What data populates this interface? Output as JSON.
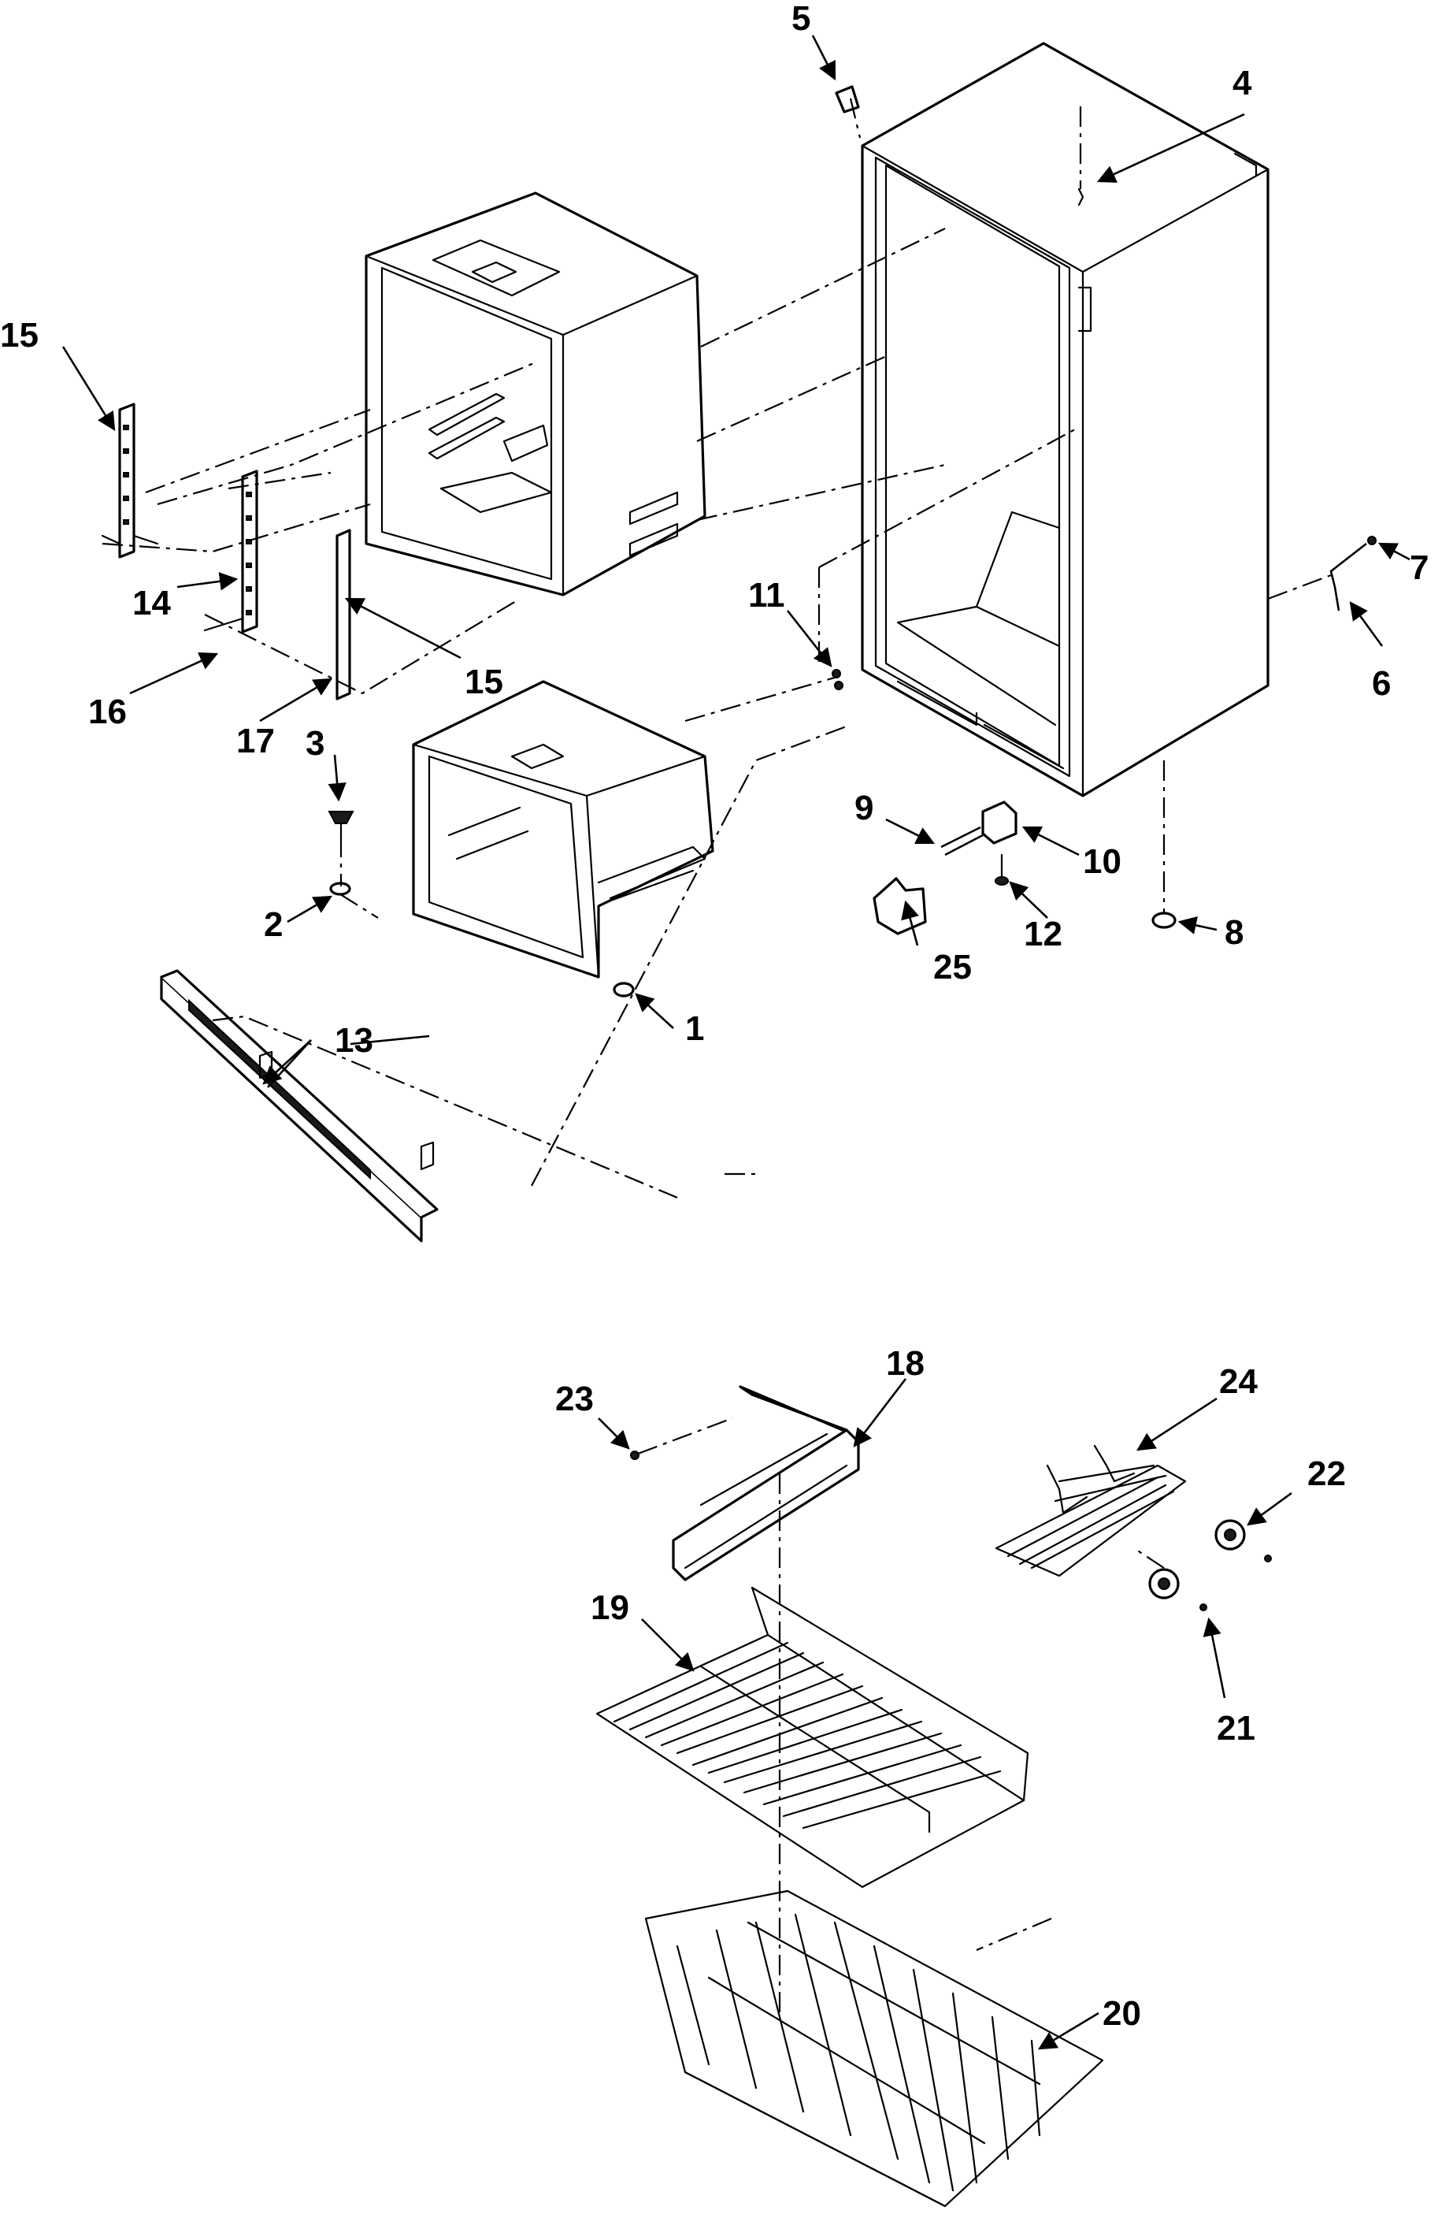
{
  "callouts": {
    "c1": "1",
    "c2": "2",
    "c3": "3",
    "c4": "4",
    "c5": "5",
    "c6": "6",
    "c7": "7",
    "c8": "8",
    "c9": "9",
    "c10": "10",
    "c11": "11",
    "c12": "12",
    "c13": "13",
    "c14": "14",
    "c15a": "15",
    "c15b": "15",
    "c16": "16",
    "c17": "17",
    "c18": "18",
    "c19": "19",
    "c20": "20",
    "c21": "21",
    "c22": "22",
    "c23": "23",
    "c24": "24",
    "c25": "25"
  },
  "colors": {
    "line": "#000000",
    "background": "#ffffff"
  }
}
